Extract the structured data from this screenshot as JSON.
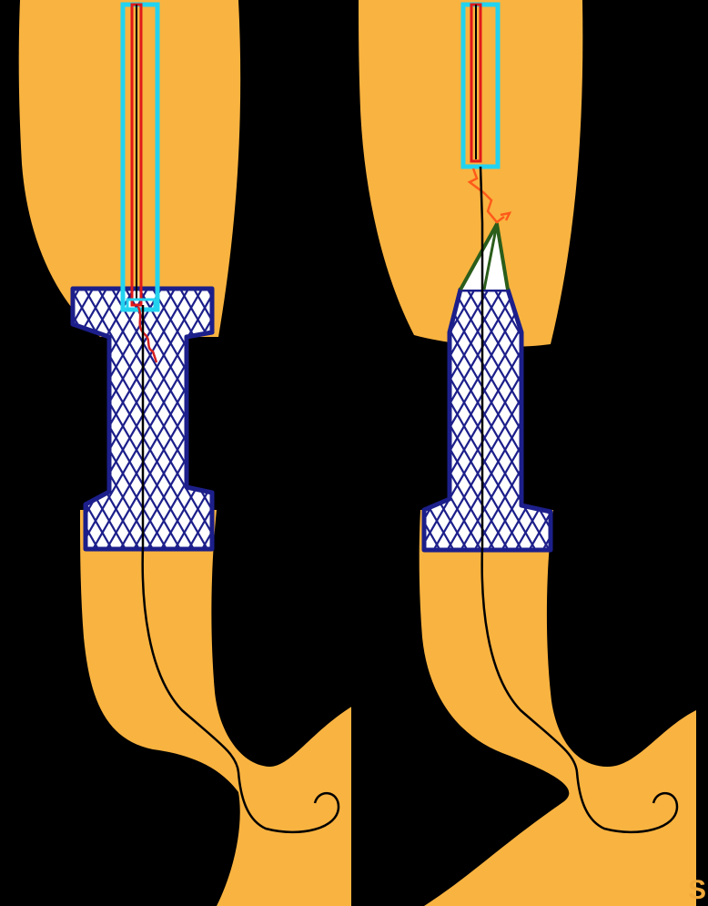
{
  "colors": {
    "background": "#000000",
    "tissue": "#f9b340",
    "stent_outline": "#1c1f8a",
    "stent_mesh_fill": "#ffffff",
    "catheter_outer": "#22d3f0",
    "catheter_red": "#e01919",
    "guidewire": "#000000",
    "suture": "#d42020",
    "suture_orange": "#ff5a1a",
    "green_struts": "#2b5d1b"
  },
  "panels": [
    {
      "id": "left",
      "stent_shape": "dumbbell",
      "state": "deployed"
    },
    {
      "id": "right",
      "stent_shape": "tapered",
      "state": "partially-deployed"
    }
  ],
  "corner_label": "S"
}
